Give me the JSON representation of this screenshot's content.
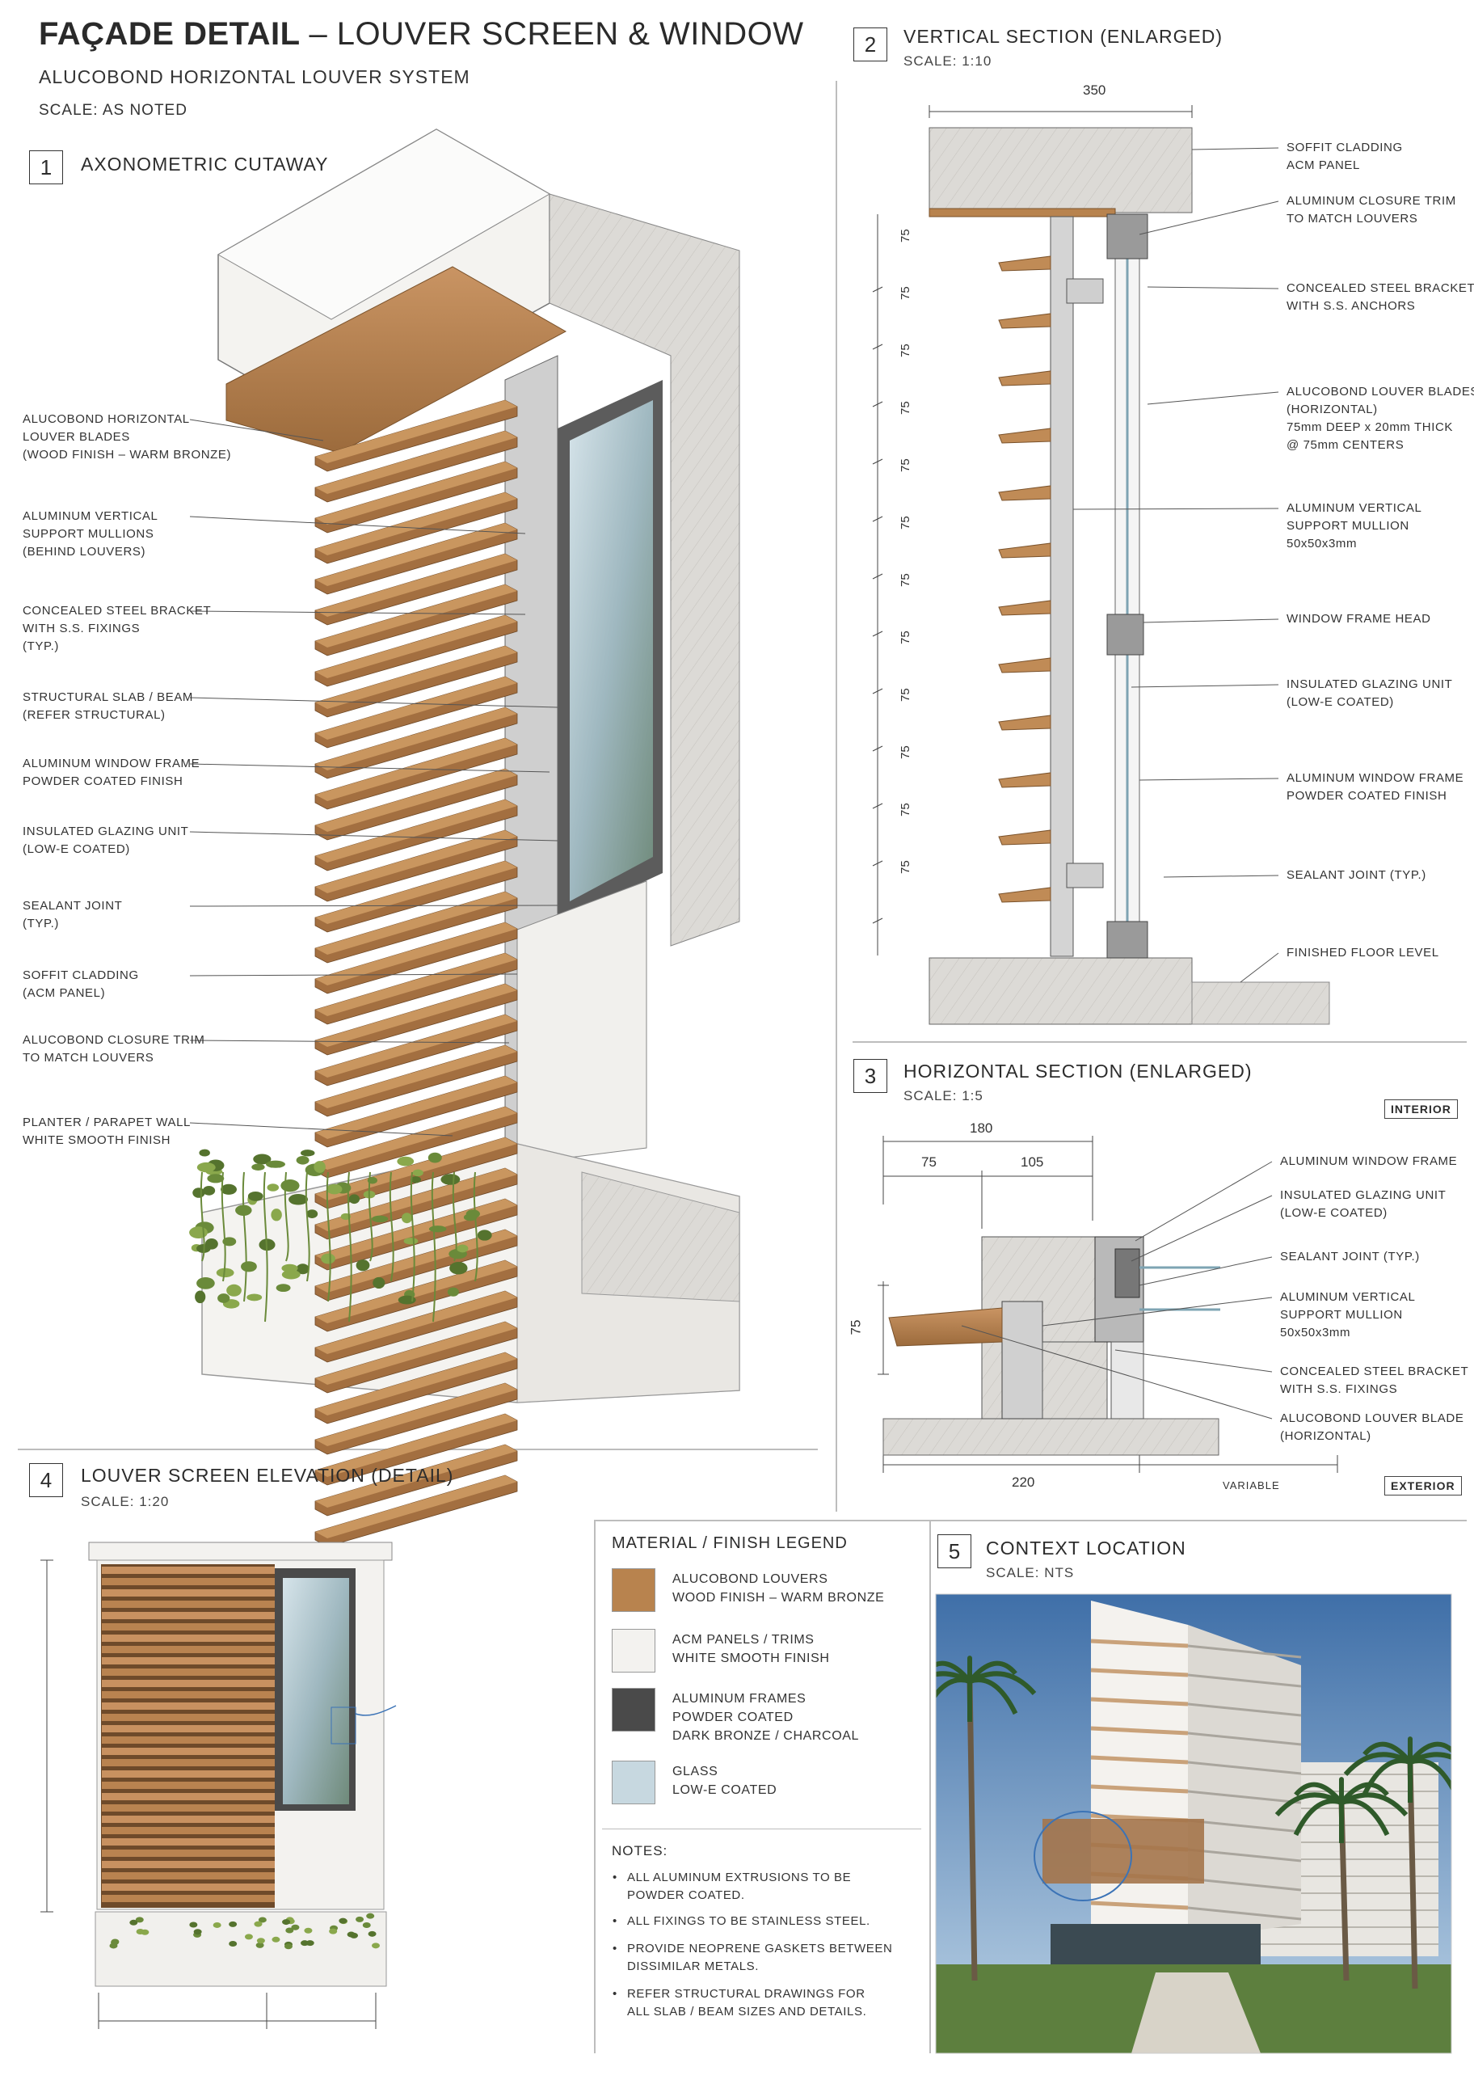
{
  "header": {
    "title_bold": "FAÇADE DETAIL",
    "title_rest": "– LOUVER SCREEN & WINDOW",
    "subtitle": "ALUCOBOND HORIZONTAL LOUVER SYSTEM",
    "scale": "SCALE: AS NOTED"
  },
  "colors": {
    "wood": "#b8834e",
    "wood_dark": "#8f5f33",
    "acm_white": "#f2f1ee",
    "aluminum": "#6b6b6b",
    "glass": "#b7cdd6",
    "concrete": "#d9d7d3",
    "line": "#333333"
  },
  "sections": {
    "axonometric": {
      "number": "1",
      "title": "AXONOMETRIC CUTAWAY",
      "labels": [
        [
          "ALUCOBOND HORIZONTAL",
          "LOUVER BLADES",
          "(WOOD FINISH – WARM BRONZE)"
        ],
        [
          "ALUMINUM VERTICAL",
          "SUPPORT MULLIONS",
          "(BEHIND LOUVERS)"
        ],
        [
          "CONCEALED STEEL BRACKET",
          "WITH S.S. FIXINGS",
          "(TYP.)"
        ],
        [
          "STRUCTURAL SLAB / BEAM",
          "(REFER STRUCTURAL)"
        ],
        [
          "ALUMINUM WINDOW FRAME",
          "POWDER COATED FINISH"
        ],
        [
          "INSULATED GLAZING UNIT",
          "(LOW-E COATED)"
        ],
        [
          "SEALANT JOINT",
          "(TYP.)"
        ],
        [
          "SOFFIT CLADDING",
          "(ACM PANEL)"
        ],
        [
          "ALUCOBOND CLOSURE TRIM",
          "TO MATCH LOUVERS"
        ],
        [
          "PLANTER / PARAPET WALL",
          "WHITE SMOOTH FINISH"
        ]
      ]
    },
    "vertical": {
      "number": "2",
      "title": "VERTICAL SECTION (ENLARGED)",
      "scale": "SCALE: 1:10",
      "top_dim": "350",
      "spacing_dims": [
        "75",
        "75",
        "75",
        "75",
        "75",
        "75",
        "75",
        "75",
        "75",
        "75",
        "75",
        "75"
      ],
      "labels": [
        [
          "SOFFIT CLADDING",
          "ACM PANEL"
        ],
        [
          "ALUMINUM CLOSURE TRIM",
          "TO MATCH LOUVERS"
        ],
        [
          "CONCEALED STEEL BRACKET",
          "WITH S.S. ANCHORS"
        ],
        [
          "ALUCOBOND LOUVER BLADES",
          "(HORIZONTAL)",
          "75mm DEEP x 20mm THICK",
          "@ 75mm CENTERS"
        ],
        [
          "ALUMINUM VERTICAL",
          "SUPPORT MULLION",
          "50x50x3mm"
        ],
        [
          "WINDOW FRAME HEAD"
        ],
        [
          "INSULATED GLAZING UNIT",
          "(LOW-E COATED)"
        ],
        [
          "ALUMINUM WINDOW FRAME",
          "POWDER COATED FINISH"
        ],
        [
          "SEALANT JOINT (TYP.)"
        ],
        [
          "FINISHED FLOOR LEVEL"
        ]
      ]
    },
    "horizontal": {
      "number": "3",
      "title": "HORIZONTAL SECTION (ENLARGED)",
      "scale": "SCALE: 1:5",
      "interior": "INTERIOR",
      "exterior": "EXTERIOR",
      "dim_180": "180",
      "dim_75a": "75",
      "dim_105": "105",
      "dim_75b": "75",
      "dim_220": "220",
      "dim_variable": "VARIABLE",
      "labels": [
        [
          "ALUMINUM WINDOW FRAME"
        ],
        [
          "INSULATED GLAZING UNIT",
          "(LOW-E COATED)"
        ],
        [
          "SEALANT JOINT (TYP.)"
        ],
        [
          "ALUMINUM VERTICAL",
          "SUPPORT MULLION",
          "50x50x3mm"
        ],
        [
          "CONCEALED STEEL BRACKET",
          "WITH S.S. FIXINGS"
        ],
        [
          "ALUCOBOND LOUVER BLADE",
          "(HORIZONTAL)"
        ]
      ]
    },
    "elevation": {
      "number": "4",
      "title": "LOUVER SCREEN ELEVATION (DETAIL)",
      "scale": "SCALE: 1:20"
    },
    "context": {
      "number": "5",
      "title": "CONTEXT LOCATION",
      "scale": "SCALE: NTS"
    }
  },
  "legend": {
    "title": "MATERIAL / FINISH LEGEND",
    "items": [
      {
        "color": "#b8834e",
        "lines": [
          "ALUCOBOND LOUVERS",
          "WOOD FINISH – WARM BRONZE"
        ]
      },
      {
        "color": "#f3f2ef",
        "lines": [
          "ACM PANELS / TRIMS",
          "WHITE SMOOTH FINISH"
        ]
      },
      {
        "color": "#4a4a4a",
        "lines": [
          "ALUMINUM FRAMES",
          "POWDER COATED",
          "DARK BRONZE / CHARCOAL"
        ]
      },
      {
        "color": "#c7d8e0",
        "lines": [
          "GLASS",
          "LOW-E COATED"
        ]
      }
    ]
  },
  "notes": {
    "title": "NOTES:",
    "items": [
      [
        "ALL ALUMINUM EXTRUSIONS TO BE",
        "POWDER COATED."
      ],
      [
        "ALL FIXINGS TO BE STAINLESS STEEL."
      ],
      [
        "PROVIDE NEOPRENE GASKETS BETWEEN",
        "DISSIMILAR METALS."
      ],
      [
        "REFER STRUCTURAL DRAWINGS FOR",
        "ALL SLAB / BEAM SIZES AND DETAILS."
      ]
    ]
  }
}
